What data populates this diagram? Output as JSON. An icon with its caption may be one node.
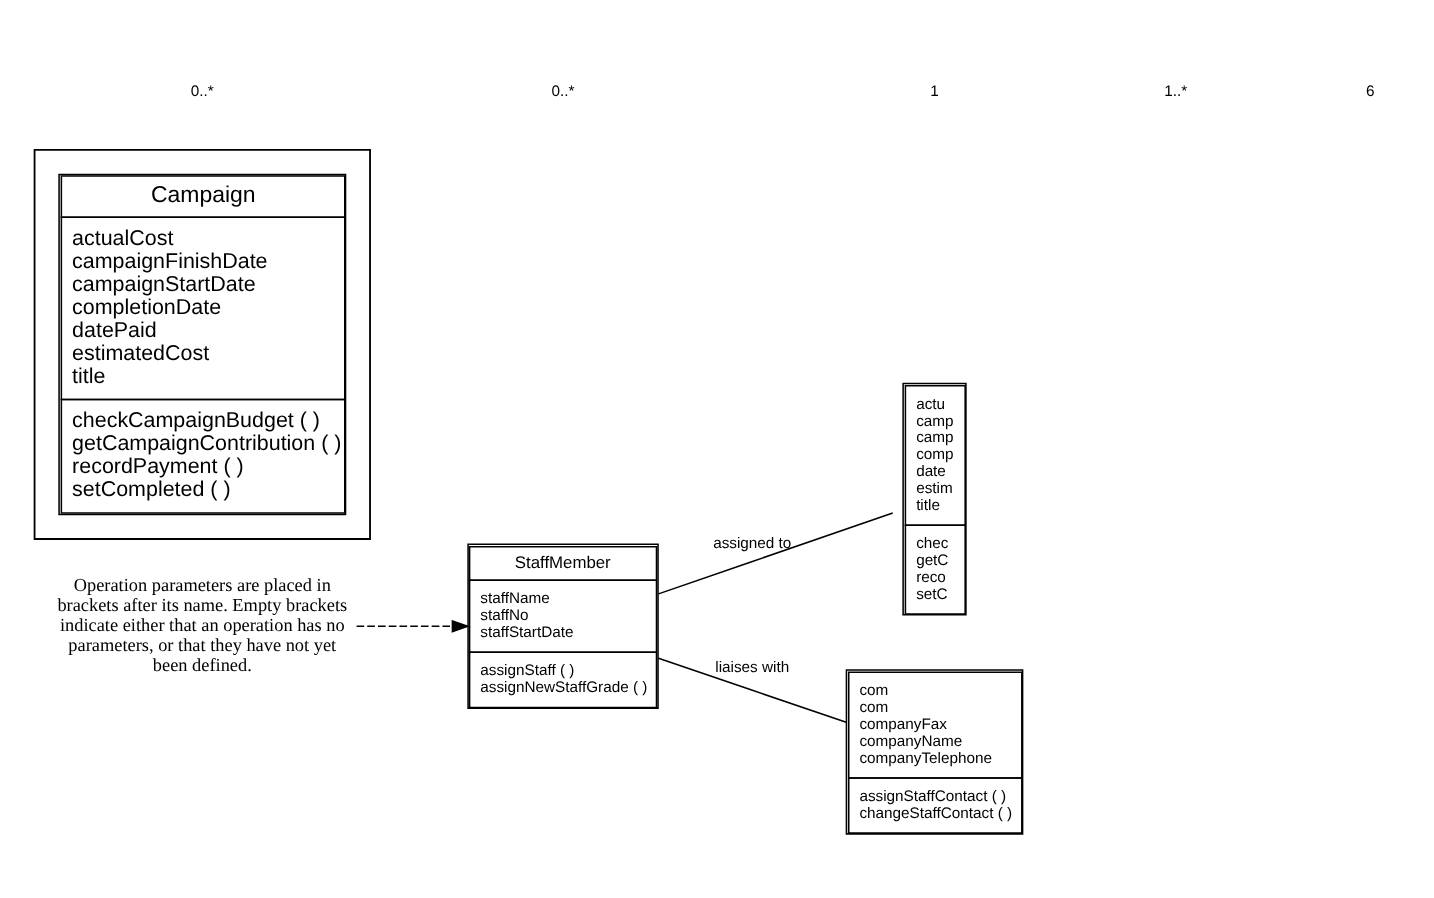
{
  "diagram": {
    "nodes": [
      {
        "text": [
          "StaffMember",
          "staffName staffNo staffStartDate",
          "assignStaff ( ) assignNewStaffGrade ( )"
        ]
      },
      {
        "text": [
          "actu camp camp comp date estim title",
          "chec getC reco setC"
        ]
      },
      {
        "text": [
          "com com companyFax companyName companyTelephone",
          "assignStaffContact ( ) changeStaffContact ( )"
        ]
      },
      {
        "text": [],
        "shape": "box"
      },
      {
        "text": [
          "Campaign",
          "actualCost campaignFinishDate campaignStartDate completionDate datePaid estimatedCost title",
          "checkCampaignBudget ( ) getCampaignContribution ( ) recordPayment ( ) setCompleted ( )"
        ],
        "in": 3
      },
      {
        "text": [
          "Operation parameters are placed in brackets after its name.  Empty brackets indicate either that an operation has no parameters, or that they have not yet been defined."
        ]
      }
    ],
    "edges": [
      {
        "from": 0,
        "to": 1,
        "arrow": "none",
        "label": "assigned to"
      },
      {
        "from": 0,
        "to": 2,
        "arrow": "none",
        "label": "liaises with"
      },
      {
        "from": 5,
        "to": 0,
        "arrow": "to",
        "style": "dashed"
      }
    ],
    "labels": [
      "0..*",
      "0..*",
      "1",
      "1..*",
      "6"
    ]
  }
}
